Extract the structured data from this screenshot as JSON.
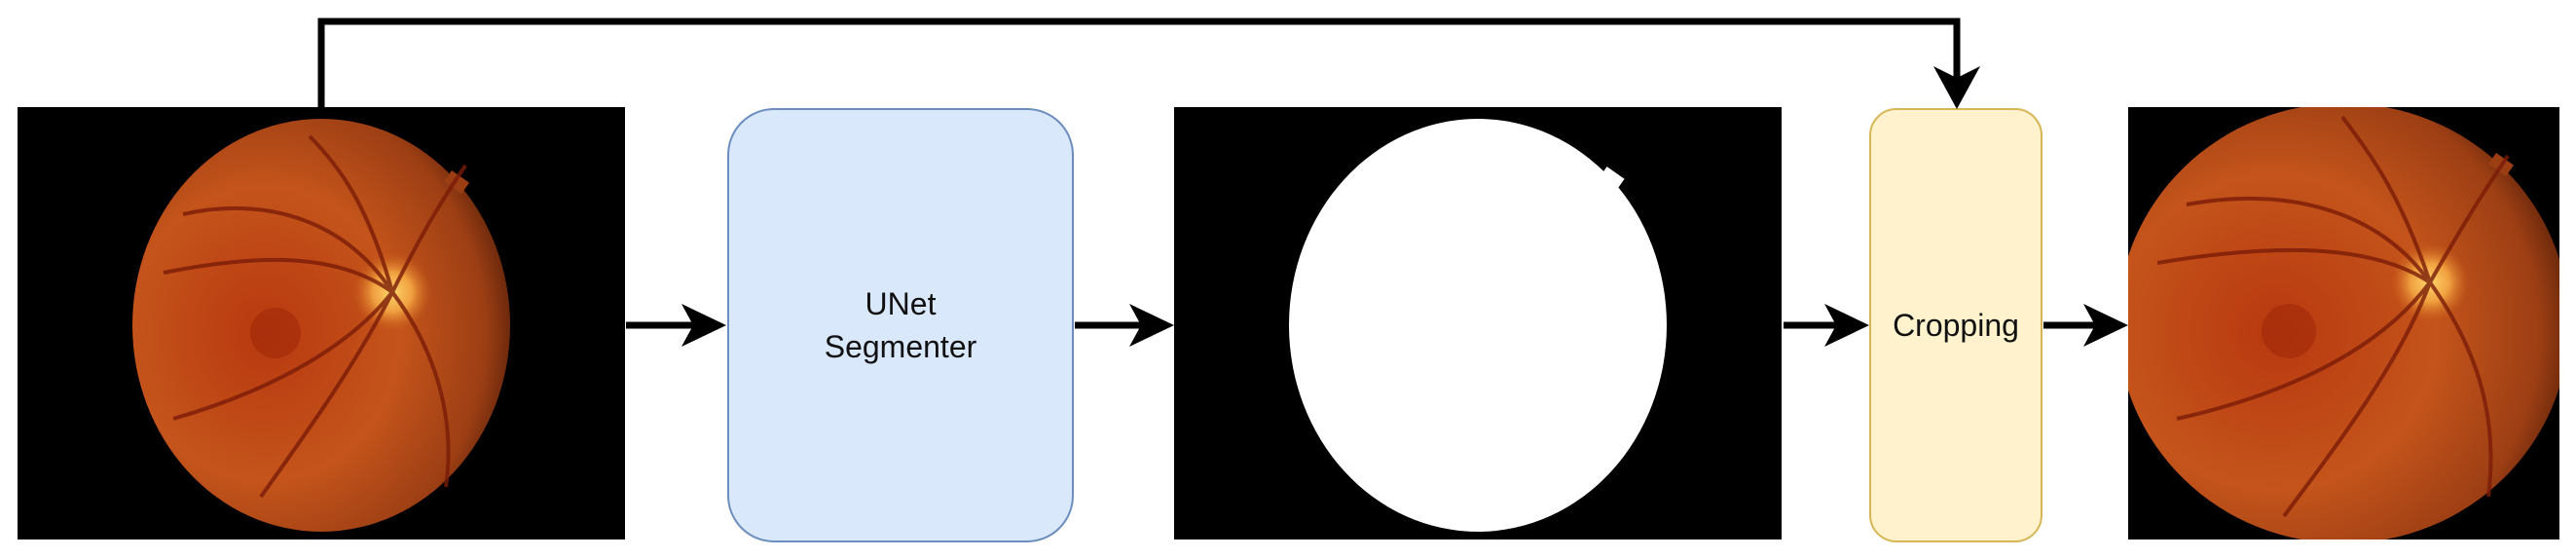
{
  "nodes": {
    "unet_label": "UNet\nSegmenter",
    "crop_label": "Cropping"
  },
  "images": {
    "input": "fundus-photo",
    "mask": "binary-mask",
    "output": "cropped-fundus-photo"
  },
  "colors": {
    "unet_fill": "#dae8fc",
    "unet_stroke": "#6c8ebf",
    "crop_fill": "#fff2cc",
    "crop_stroke": "#d6b656",
    "arrow": "#000000",
    "retina": "#c2521a"
  }
}
